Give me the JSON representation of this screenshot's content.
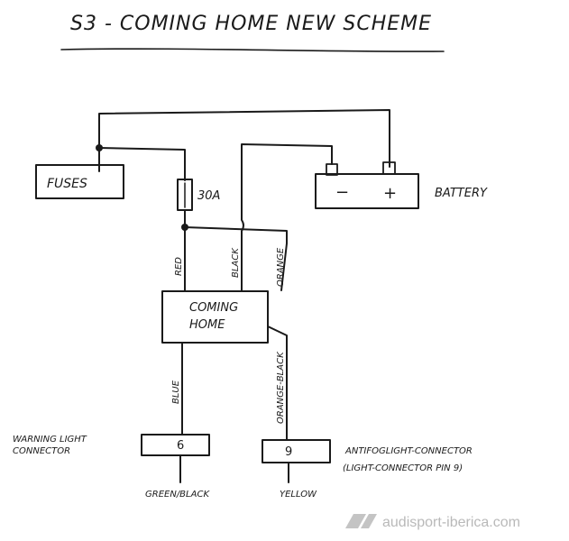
{
  "title": "S3 - COMING HOME NEW SCHEME",
  "components": {
    "fuses": "FUSES",
    "fuse_rating": "30A",
    "battery_minus": "−",
    "battery_plus": "+",
    "battery_label": "BATTERY",
    "module_line1": "COMING",
    "module_line2": "HOME",
    "warning_pin": "6",
    "warning_label_line1": "WARNING LIGHT",
    "warning_label_line2": "CONNECTOR",
    "antifog_pin": "9",
    "antifog_label_line1": "ANTIFOGLIGHT-CONNECTOR",
    "antifog_label_line2": "(LIGHT-CONNECTOR PIN 9)"
  },
  "wires": {
    "red": "RED",
    "black": "BLACK",
    "orange": "ORANGE",
    "blue": "BLUE",
    "orange_black": "ORANGE-BLACK",
    "green_black": "GREEN/BLACK",
    "yellow": "YELLOW"
  },
  "watermark": "audisport-iberica.com"
}
